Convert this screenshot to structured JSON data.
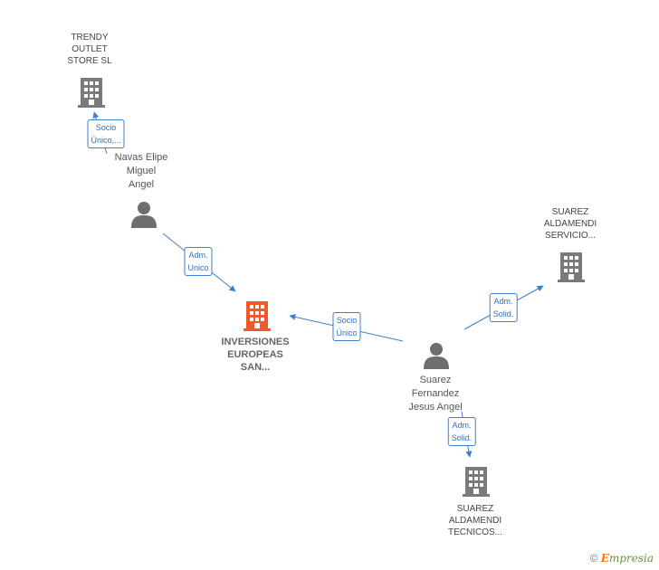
{
  "colors": {
    "edge": "#3b7fd0",
    "person": "#6e6e6e",
    "company": "#7a7a7a",
    "main_company": "#f05a28"
  },
  "nodes": {
    "trendy": {
      "label_lines": [
        "TRENDY",
        "OUTLET",
        "STORE SL"
      ],
      "icon": "building-icon"
    },
    "navas": {
      "label_lines": [
        "Navas Elipe",
        "Miguel",
        "Angel"
      ],
      "icon": "person-icon"
    },
    "inversiones": {
      "label_lines": [
        "INVERSIONES",
        "EUROPEAS",
        "SAN..."
      ],
      "icon": "building-icon"
    },
    "suarez_person": {
      "label_lines": [
        "Suarez",
        "Fernandez",
        "Jesus Angel"
      ],
      "icon": "person-icon"
    },
    "suarez_servicio": {
      "label_lines": [
        "SUAREZ",
        "ALDAMENDI",
        "SERVICIO..."
      ],
      "icon": "building-icon"
    },
    "suarez_tecnicos": {
      "label_lines": [
        "SUAREZ",
        "ALDAMENDI",
        "TECNICOS..."
      ],
      "icon": "building-icon"
    }
  },
  "edges": {
    "navas_trendy": [
      "Socio",
      "Único,..."
    ],
    "navas_inversiones": [
      "Adm.",
      "Unico"
    ],
    "suarez_inversiones": [
      "Socio",
      "Único"
    ],
    "suarez_servicio": [
      "Adm.",
      "Solid."
    ],
    "suarez_tecnicos": [
      "Adm.",
      "Solid."
    ]
  },
  "footer": {
    "copyright": "©",
    "brand_initial": "E",
    "brand_rest": "mpresia"
  }
}
